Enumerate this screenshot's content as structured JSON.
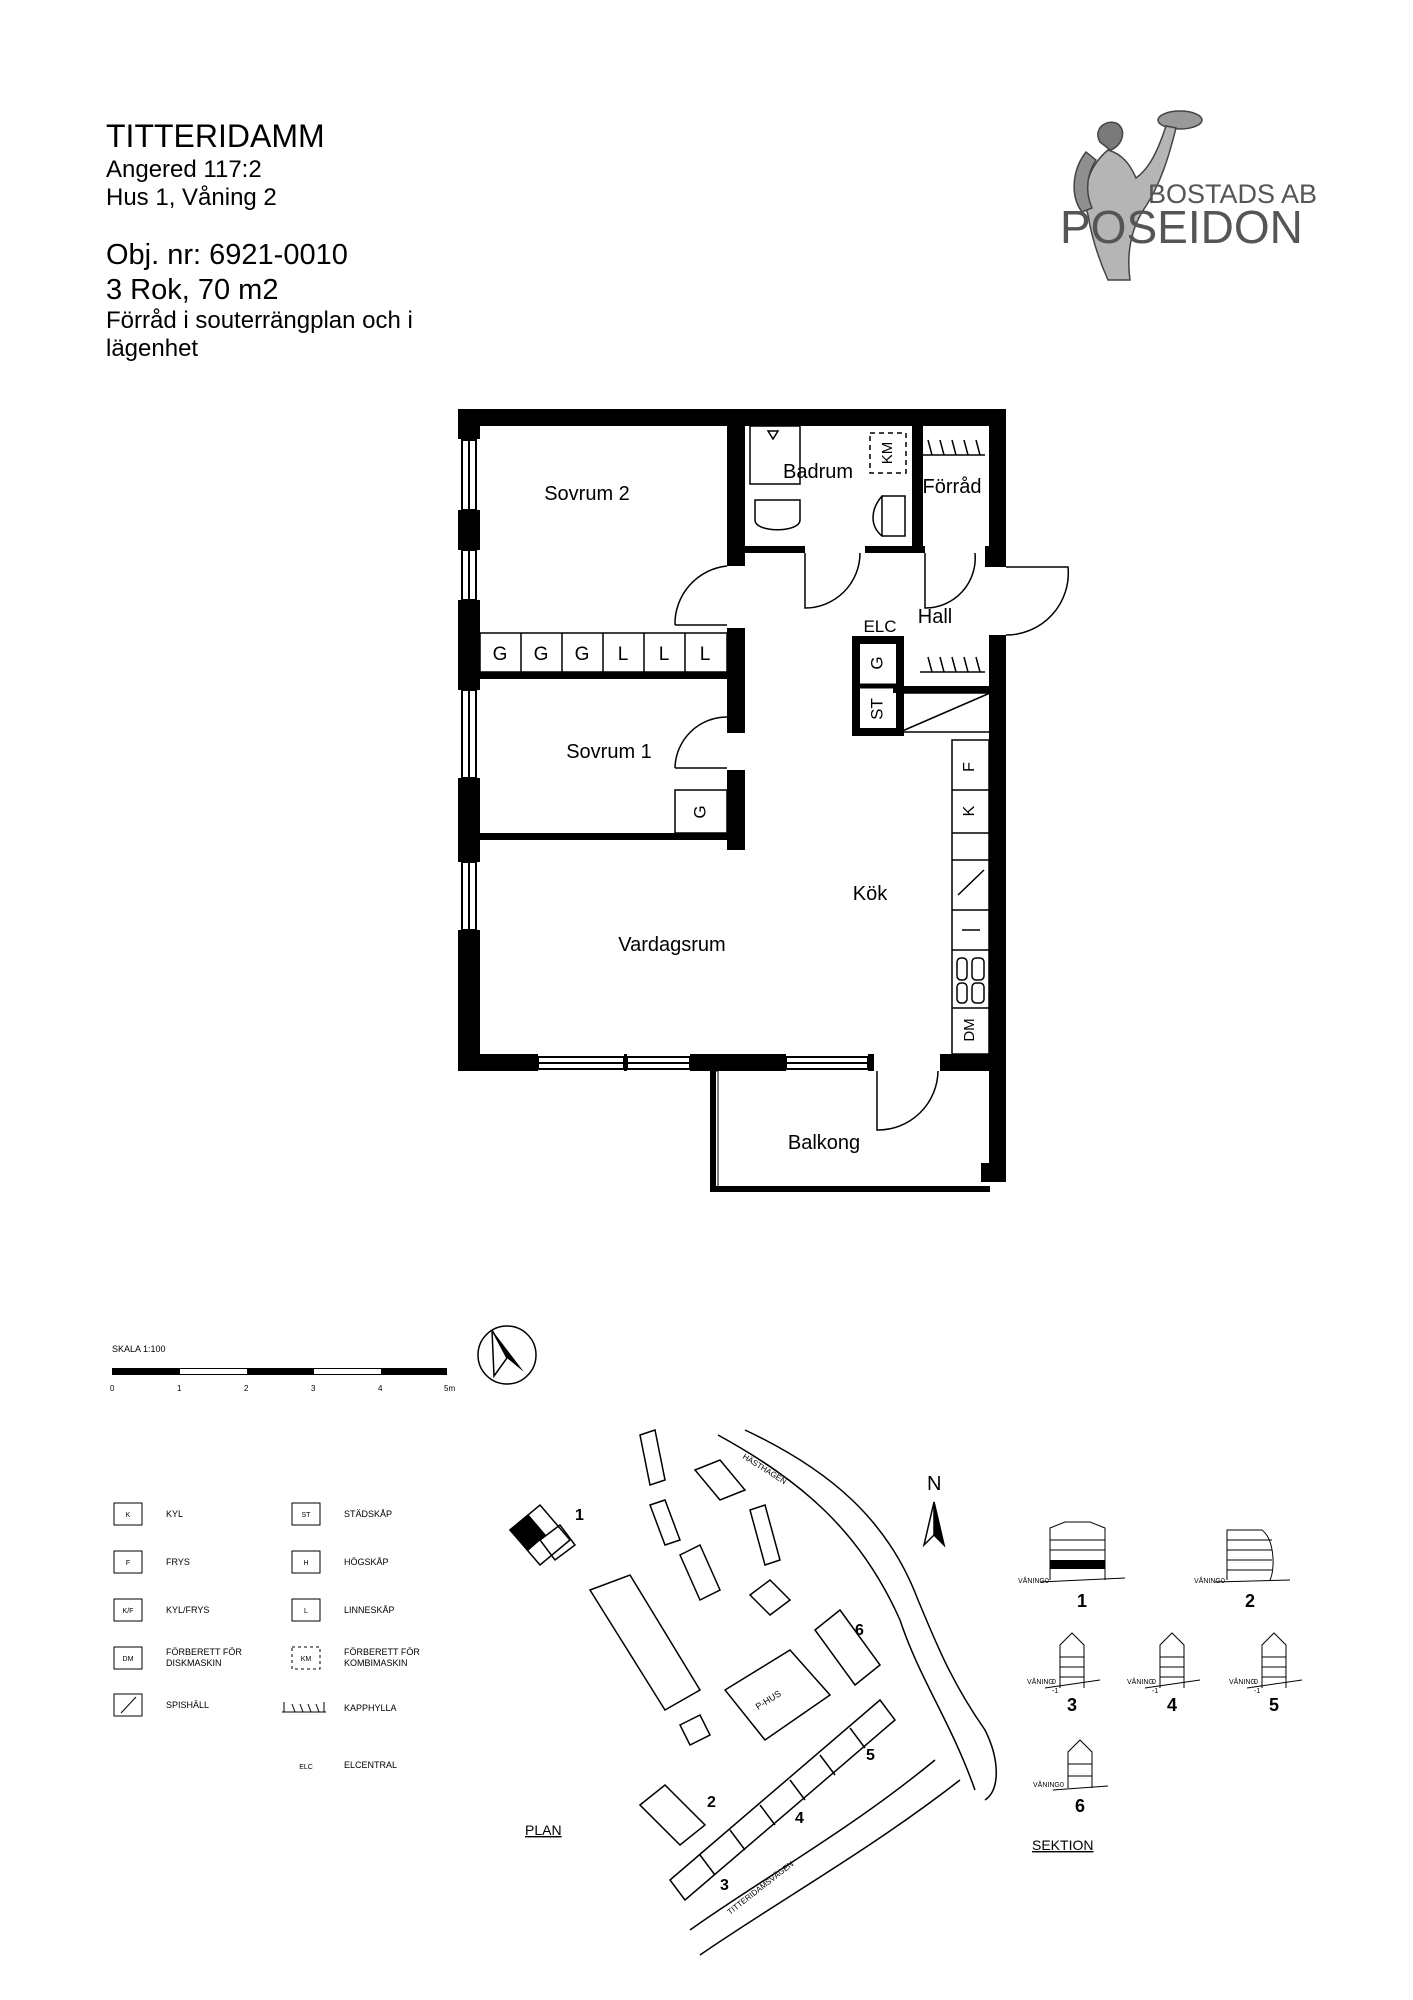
{
  "header": {
    "title": "TITTERIDAMM",
    "property": "Angered 117:2",
    "house_floor": "Hus 1, Våning 2",
    "object_nr": "Obj. nr: 6921-0010",
    "size": "3 Rok, 70 m2",
    "storage_line1": "Förråd i souterrängplan och i",
    "storage_line2": "lägenhet"
  },
  "logo": {
    "line1": "BOSTADS AB",
    "line2": "POSEIDON"
  },
  "rooms": {
    "sovrum2": "Sovrum 2",
    "badrum": "Badrum",
    "forrad": "Förråd",
    "hall": "Hall",
    "elc": "ELC",
    "sovrum1": "Sovrum 1",
    "kok": "Kök",
    "vardagsrum": "Vardagsrum",
    "balkong": "Balkong"
  },
  "fixtures": {
    "g": "G",
    "l": "L",
    "st": "ST",
    "km": "KM",
    "f": "F",
    "k": "K",
    "dm": "DM"
  },
  "scale": {
    "label": "SKALA 1:100",
    "ticks": [
      "0",
      "1",
      "2",
      "3",
      "4",
      "5m"
    ]
  },
  "legend": [
    {
      "code": "K",
      "text": "KYL"
    },
    {
      "code": "F",
      "text": "FRYS"
    },
    {
      "code": "K/F",
      "text": "KYL/FRYS"
    },
    {
      "code": "DM",
      "text": "FÖRBERETT FÖR",
      "text2": "DISKMASKIN"
    },
    {
      "code": "",
      "text": "SPISHÄLL"
    },
    {
      "code": "ST",
      "text": "STÄDSKÅP"
    },
    {
      "code": "H",
      "text": "HÖGSKÅP"
    },
    {
      "code": "L",
      "text": "LINNESKÅP"
    },
    {
      "code": "KM",
      "text": "FÖRBERETT FÖR",
      "text2": "KOMBIMASKIN"
    },
    {
      "code": "",
      "text": "KAPPHYLLA"
    },
    {
      "code": "ELC",
      "text": "ELCENTRAL"
    }
  ],
  "siteplan": {
    "north": "N",
    "street1": "HÄSTHAGEN",
    "street2": "TITTERIDAMSVÄGEN",
    "parking": "P-HUS",
    "plan_label": "PLAN",
    "house_numbers": [
      "1",
      "2",
      "3",
      "4",
      "5",
      "6"
    ]
  },
  "sektion": {
    "label": "SEKTION",
    "floor_label": "VÅNING",
    "zero": "0",
    "minus_one": "-1",
    "numbers": [
      "1",
      "2",
      "3",
      "4",
      "5",
      "6"
    ]
  }
}
